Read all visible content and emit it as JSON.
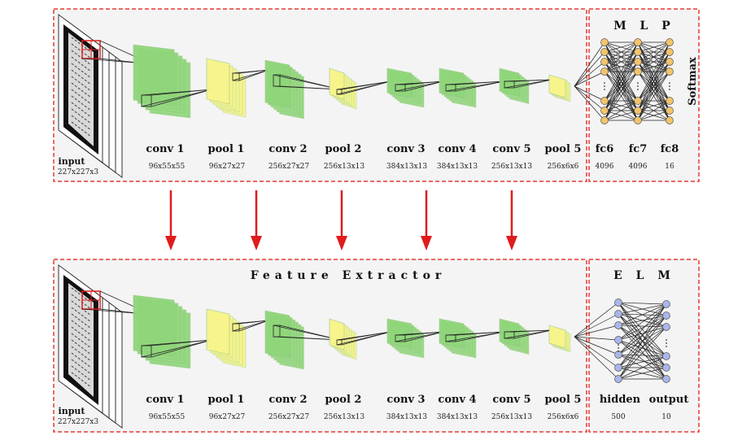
{
  "colors": {
    "border_dashed": "#e53935",
    "arrow": "#e01b1b",
    "conv_fill": "#8fd67a",
    "pool_fill": "#f7f58a",
    "panel_bg": "#f4f4f4",
    "neuron_mlp": "#f3c46a",
    "neuron_elm": "#aab6ea"
  },
  "top": {
    "input_label": "input",
    "input_dim": "227x227x3",
    "layers": [
      {
        "name": "conv 1",
        "dim": "96x55x55"
      },
      {
        "name": "pool 1",
        "dim": "96x27x27"
      },
      {
        "name": "conv 2",
        "dim": "256x27x27"
      },
      {
        "name": "pool 2",
        "dim": "256x13x13"
      },
      {
        "name": "conv 3",
        "dim": "384x13x13"
      },
      {
        "name": "conv 4",
        "dim": "384x13x13"
      },
      {
        "name": "conv 5",
        "dim": "256x13x13"
      },
      {
        "name": "pool 5",
        "dim": "256x6x6"
      }
    ],
    "head_title": "M L P",
    "softmax": "Softmax",
    "head_layers": [
      {
        "name": "fc6",
        "dim": "4096"
      },
      {
        "name": "fc7",
        "dim": "4096"
      },
      {
        "name": "fc8",
        "dim": "16"
      }
    ]
  },
  "bottom": {
    "section_title": "Feature Extractor",
    "input_label": "input",
    "input_dim": "227x227x3",
    "layers": [
      {
        "name": "conv 1",
        "dim": "96x55x55"
      },
      {
        "name": "pool 1",
        "dim": "96x27x27"
      },
      {
        "name": "conv 2",
        "dim": "256x27x27"
      },
      {
        "name": "pool 2",
        "dim": "256x13x13"
      },
      {
        "name": "conv 3",
        "dim": "384x13x13"
      },
      {
        "name": "conv 4",
        "dim": "384x13x13"
      },
      {
        "name": "conv 5",
        "dim": "256x13x13"
      },
      {
        "name": "pool 5",
        "dim": "256x6x6"
      }
    ],
    "head_title": "E L M",
    "head_layers": [
      {
        "name": "hidden",
        "dim": "500"
      },
      {
        "name": "output",
        "dim": "10"
      }
    ]
  },
  "transfer_arrows": 5
}
